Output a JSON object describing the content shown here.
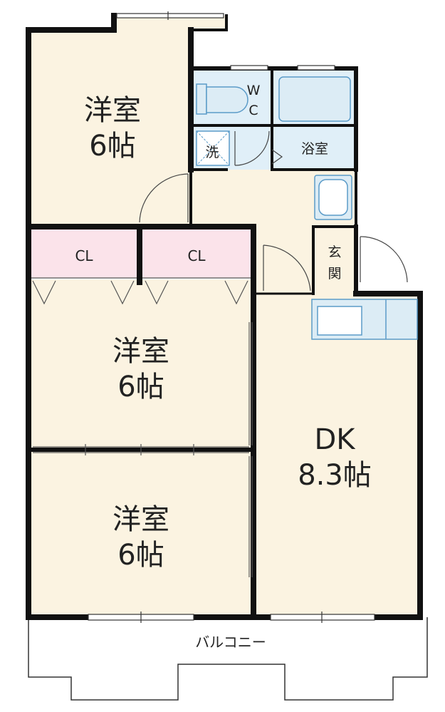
{
  "rooms": {
    "bedroom_top": {
      "name": "洋室",
      "size": "6帖"
    },
    "bedroom_mid": {
      "name": "洋室",
      "size": "6帖"
    },
    "bedroom_bottom": {
      "name": "洋室",
      "size": "6帖"
    },
    "dk": {
      "name": "DK",
      "size": "8.3帖"
    },
    "closet_left": "CL",
    "closet_right": "CL",
    "toilet": {
      "line1": "W",
      "line2": "C"
    },
    "laundry": "洗",
    "bath": "浴室",
    "entrance": {
      "line1": "玄",
      "line2": "関"
    },
    "balcony": "バルコニー"
  },
  "colors": {
    "room_fill": "#fbf3e1",
    "closet_fill": "#fbe3ea",
    "wet_fill": "#e0eff8",
    "fixture_fill": "#dcecf5",
    "fixture_stroke": "#5b9bc8",
    "wall": "#111111"
  }
}
